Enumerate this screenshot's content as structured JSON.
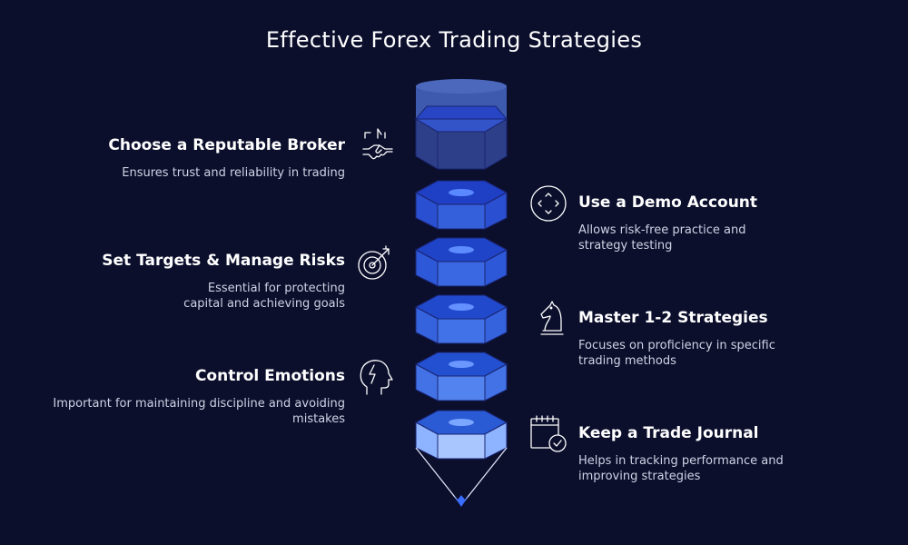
{
  "title": "Effective Forex Trading Strategies",
  "colors": {
    "background": "#0b0f2c",
    "cap_top": "#4a6bbf",
    "cap_body": "#2b46a8",
    "tier_dark": "#1f45c9",
    "tier_light": "#a9c6ff",
    "outline": "#1a2470",
    "text_secondary": "#cfd3e4"
  },
  "steps": [
    {
      "heading": "Choose a Reputable Broker",
      "desc": "Ensures trust and reliability in trading",
      "icon": "handshake-icon",
      "side": "left"
    },
    {
      "heading": "Use a Demo Account",
      "desc": "Allows risk-free practice and strategy testing",
      "icon": "compass-icon",
      "side": "right"
    },
    {
      "heading": "Set Targets & Manage Risks",
      "desc": "Essential for protecting capital and achieving goals",
      "icon": "target-icon",
      "side": "left"
    },
    {
      "heading": "Master 1-2 Strategies",
      "desc": "Focuses on proficiency in specific trading methods",
      "icon": "chess-knight-icon",
      "side": "right"
    },
    {
      "heading": "Control Emotions",
      "desc": "Important for maintaining discipline and avoiding mistakes",
      "icon": "head-lightning-icon",
      "side": "left"
    },
    {
      "heading": "Keep a Trade Journal",
      "desc": "Helps in tracking performance and improving strategies",
      "icon": "calendar-check-icon",
      "side": "right"
    }
  ]
}
